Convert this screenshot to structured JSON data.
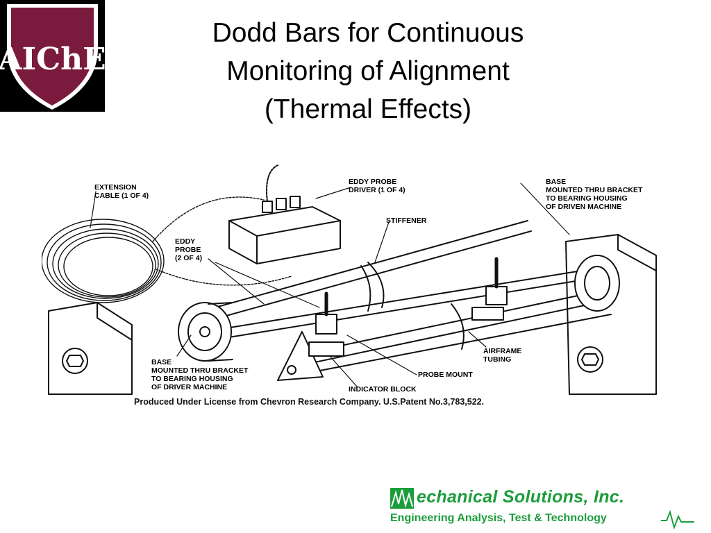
{
  "logo": {
    "text": "AIChE",
    "shield_color": "#7a1a3c",
    "background": "#000000"
  },
  "title": {
    "line1": "Dodd Bars for Continuous",
    "line2": "Monitoring of Alignment",
    "line3": "(Thermal Effects)"
  },
  "diagram": {
    "labels": {
      "extension_cable": [
        "EXTENSION",
        "CABLE (1 OF 4)"
      ],
      "eddy_probe_driver": [
        "EDDY PROBE",
        "DRIVER (1 OF 4)"
      ],
      "base_driven": [
        "BASE",
        "MOUNTED THRU BRACKET",
        "TO BEARING HOUSING",
        "OF DRIVEN MACHINE"
      ],
      "stiffener": [
        "STIFFENER"
      ],
      "eddy_probe": [
        "EDDY",
        "PROBE",
        "(2 OF 4)"
      ],
      "base_driver": [
        "BASE",
        "MOUNTED THRU BRACKET",
        "TO BEARING HOUSING",
        "OF DRIVER MACHINE"
      ],
      "airframe_tubing": [
        "AIRFRAME",
        "TUBING"
      ],
      "probe_mount": [
        "PROBE MOUNT"
      ],
      "indicator_block": [
        "INDICATOR BLOCK"
      ]
    },
    "license": "Produced Under License from Chevron Research Company.  U.S.Patent No.3,783,522."
  },
  "footer_logo": {
    "name": "echanical Solutions, Inc.",
    "tagline": "Engineering Analysis, Test & Technology",
    "color": "#1c9d3c"
  }
}
